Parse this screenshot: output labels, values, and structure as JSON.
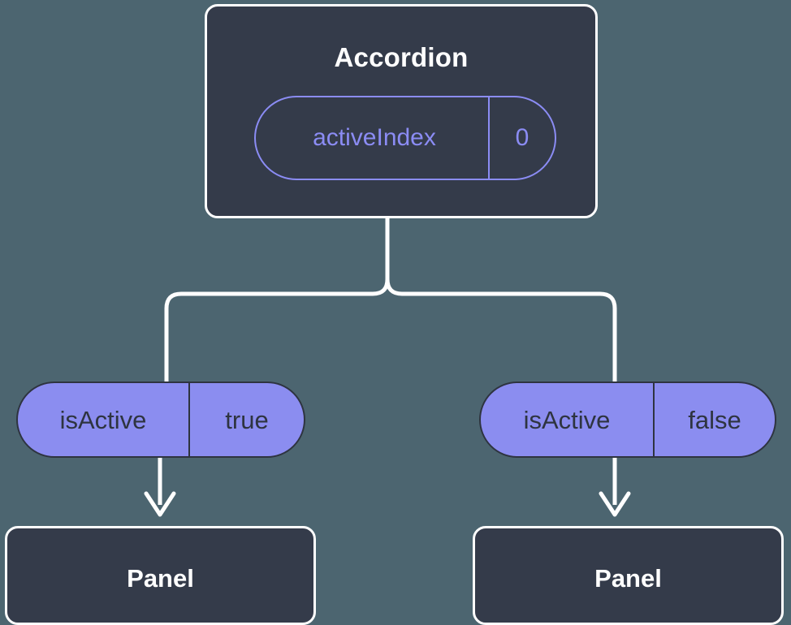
{
  "diagram": {
    "background_color": "#4c6570",
    "card_fill": "#343b4a",
    "card_border": "#ffffff",
    "accent_purple": "#8b8df0",
    "accent_purple_outline": "#8b8cf4",
    "dark_text": "#2e3440",
    "connector_color": "#ffffff"
  },
  "root": {
    "title": "Accordion",
    "state_pill": {
      "key": "activeIndex",
      "value": "0"
    }
  },
  "branches": [
    {
      "prop_pill": {
        "key": "isActive",
        "value": "true"
      },
      "panel": {
        "label": "Panel"
      }
    },
    {
      "prop_pill": {
        "key": "isActive",
        "value": "false"
      },
      "panel": {
        "label": "Panel"
      }
    }
  ]
}
